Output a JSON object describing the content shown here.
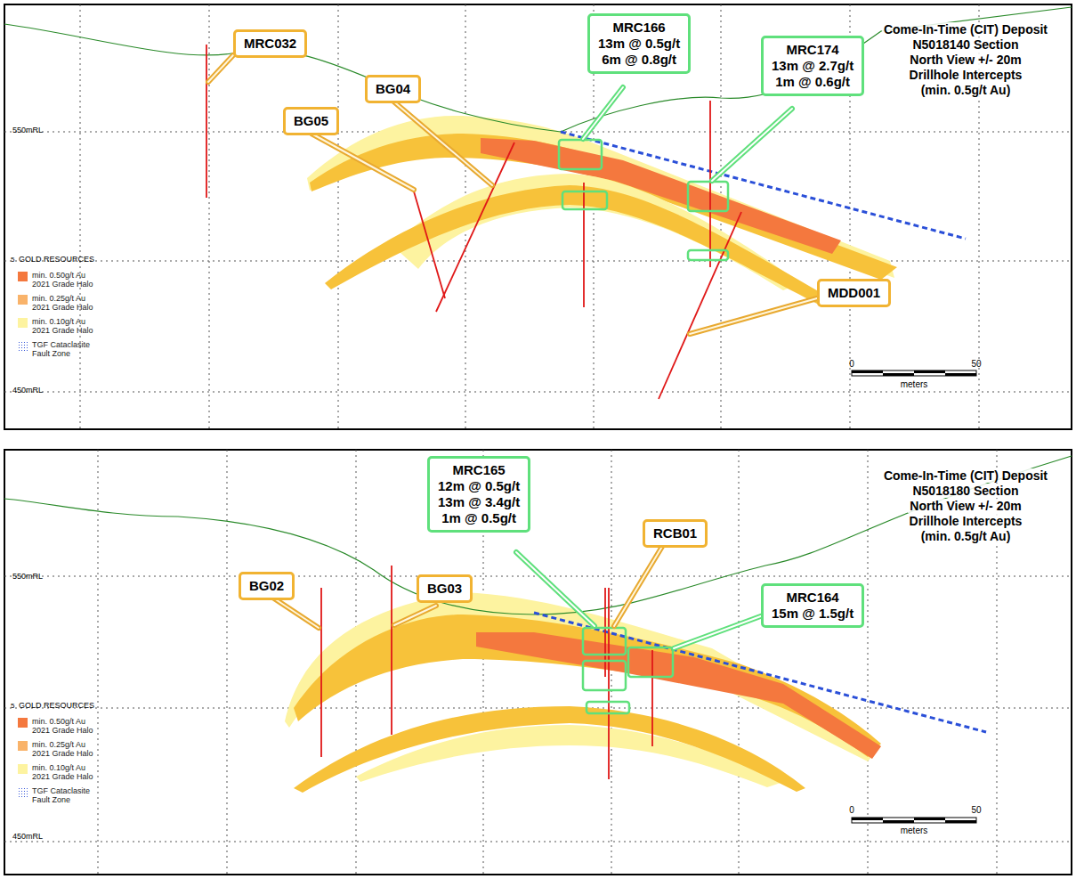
{
  "diagram": {
    "nodes": [
      {
        "text": [
          "MRC032"
        ]
      },
      {
        "text": [
          "BG04"
        ]
      },
      {
        "text": [
          "BG05"
        ]
      },
      {
        "text": [
          "MRC166",
          "13m @ 0.5g/t",
          "6m @ 0.8g/t"
        ]
      },
      {
        "text": [
          "MRC174",
          "13m @ 2.7g/t",
          "1m @ 0.6g/t"
        ]
      },
      {
        "text": [
          "MDD001"
        ]
      },
      {
        "text": [
          "BG02"
        ]
      },
      {
        "text": [
          "BG03"
        ]
      },
      {
        "text": [
          "MRC165",
          "12m @ 0.5g/t",
          "13m @ 3.4g/t",
          "1m @ 0.5g/t"
        ]
      },
      {
        "text": [
          "RCB01"
        ]
      },
      {
        "text": [
          "MRC164",
          "15m @ 1.5g/t"
        ]
      }
    ],
    "labels": [
      "Come-In-Time (CIT) Deposit",
      "N5018140 Section",
      "North View +/- 20m",
      "Drillhole Intercepts",
      "(min. 0.5g/t Au)",
      "550mRL",
      "5",
      "GOLD RESOURCES",
      "450mRL",
      "0",
      "50",
      "meters",
      "Come-In-Time (CIT) Deposit",
      "N5018180 Section",
      "North View +/- 20m",
      "Drillhole Intercepts",
      "(min. 0.5g/t Au)",
      "550mRL",
      "5",
      "GOLD RESOURCES",
      "450mRL",
      "0",
      "50",
      "meters"
    ],
    "legend": [
      {
        "text": "min. 0.50g/t Au 2021 Grade Halo",
        "color": "#f4783e"
      },
      {
        "text": "min. 0.25g/t Au 2021 Grade Halo",
        "color": "#f9b36a"
      },
      {
        "text": "min. 0.10g/t Au 2021 Grade Halo",
        "color": "#fdf3a0"
      },
      {
        "text": "TGF Cataclasite Fault Zone"
      },
      {
        "text": "min. 0.50g/t Au 2021 Grade Halo",
        "color": "#f4783e"
      },
      {
        "text": "min. 0.25g/t Au 2021 Grade Halo",
        "color": "#f9b36a"
      },
      {
        "text": "min. 0.10g/t Au 2021 Grade Halo",
        "color": "#fdf3a0"
      },
      {
        "text": "TGF Cataclasite Fault Zone"
      }
    ]
  }
}
